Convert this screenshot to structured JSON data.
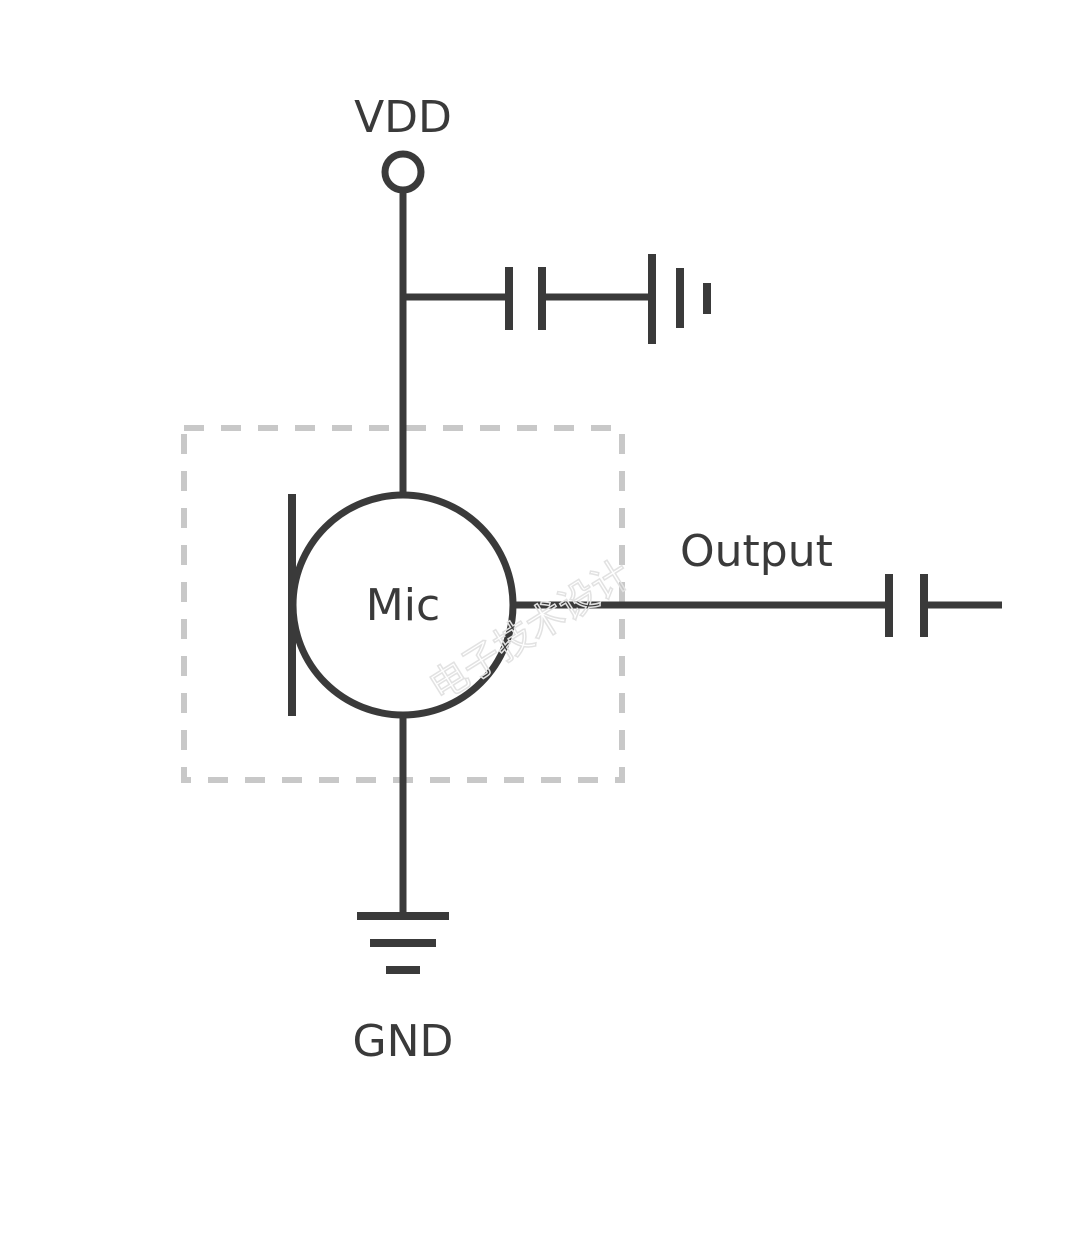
{
  "diagram": {
    "labels": {
      "vdd": "VDD",
      "gnd": "GND",
      "mic": "Mic",
      "output": "Output"
    },
    "watermark": "电子技术设计",
    "colors": {
      "stroke": "#3a3a3a",
      "dashed_box": "#c8c8c8",
      "watermark": "#e2e2e2",
      "background": "#ffffff"
    }
  }
}
